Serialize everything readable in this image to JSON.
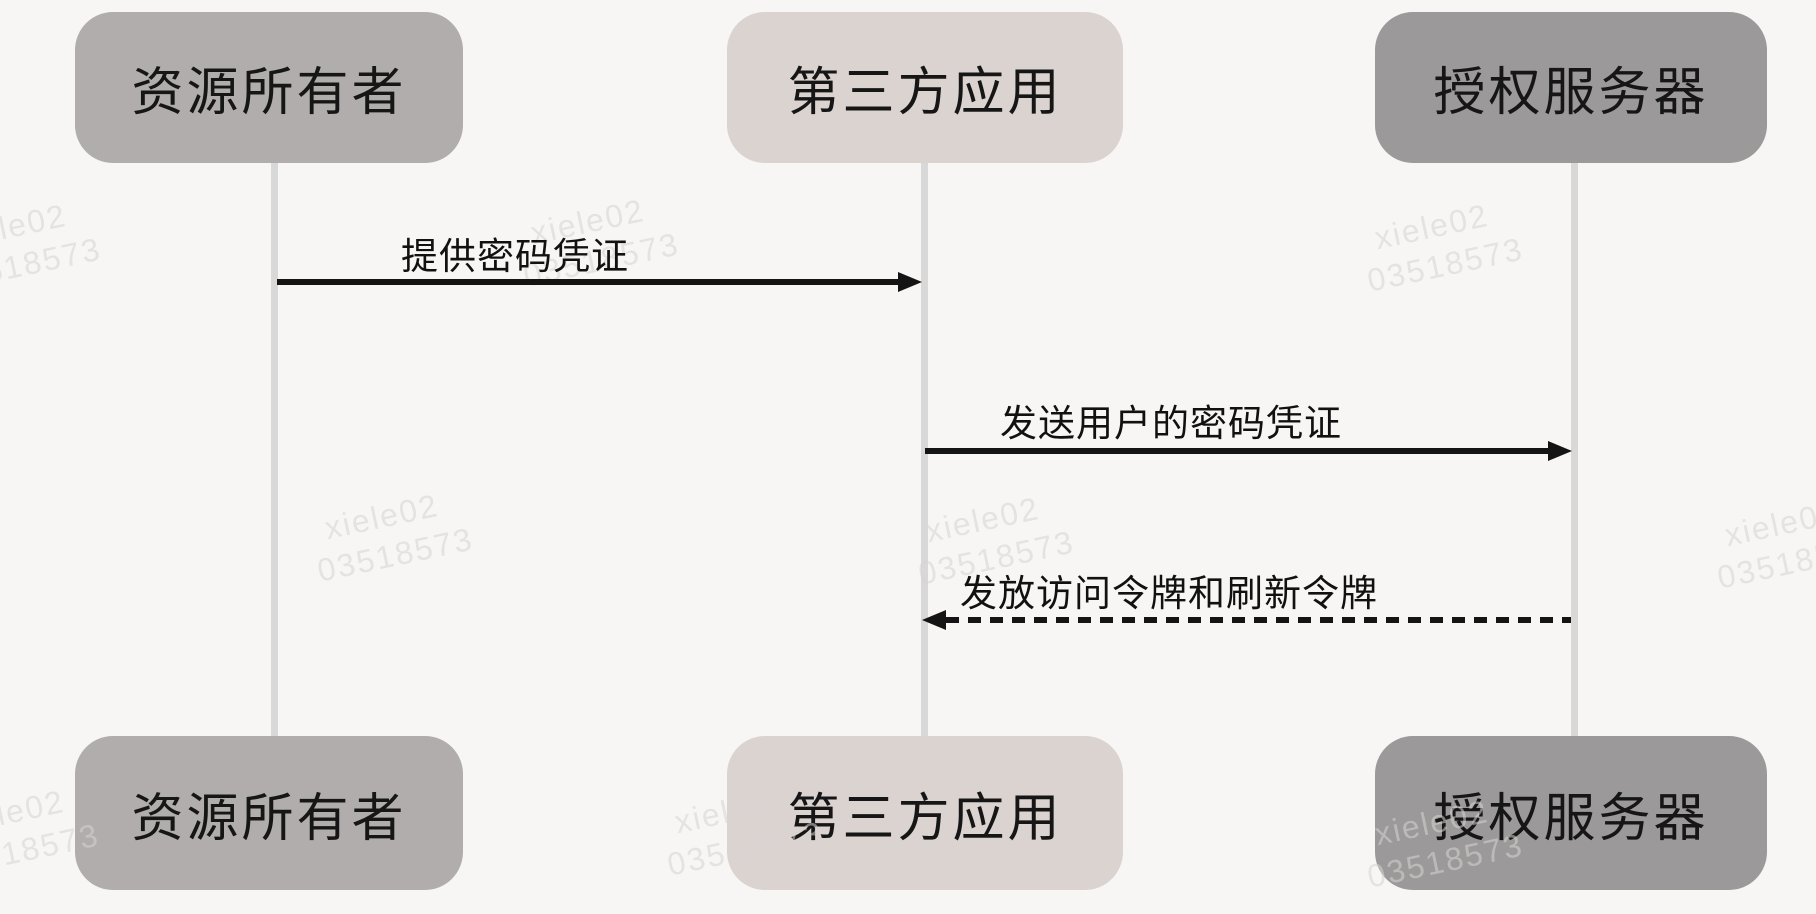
{
  "diagram_type": "sequence-diagram",
  "background": "#f7f6f5",
  "actors": [
    {
      "id": "resource-owner",
      "label": "资源所有者",
      "color": "#b1adad"
    },
    {
      "id": "third-party-app",
      "label": "第三方应用",
      "color": "#dbd3d0"
    },
    {
      "id": "auth-server",
      "label": "授权服务器",
      "color": "#9c999a"
    }
  ],
  "messages": [
    {
      "label": "提供密码凭证",
      "from": "资源所有者",
      "to": "第三方应用",
      "line": "solid",
      "direction": "right"
    },
    {
      "label": "发送用户的密码凭证",
      "from": "第三方应用",
      "to": "授权服务器",
      "line": "solid",
      "direction": "right"
    },
    {
      "label": "发放访问令牌和刷新令牌",
      "from": "授权服务器",
      "to": "第三方应用",
      "line": "dashed",
      "direction": "left"
    }
  ],
  "watermark": {
    "line1": "xiele02",
    "line2": "03518573"
  },
  "colors": {
    "lifeline": "#d8d8d8",
    "arrow": "#141414",
    "label_text": "#161616",
    "watermark_text": "#d8d4d2"
  }
}
